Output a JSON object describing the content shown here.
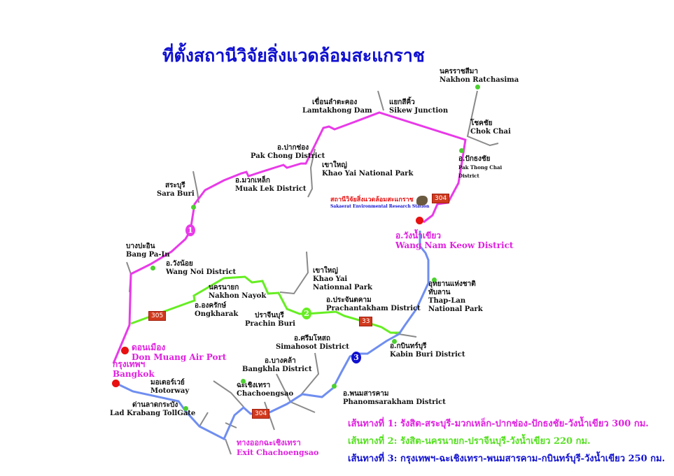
{
  "title": "ที่ตั้งสถานีวิจัยสิ่งแวดล้อมสะแกราช",
  "colors": {
    "route1": "#e83ae8",
    "route2": "#66ee22",
    "route3": "#6f8ef0",
    "road": "#8a8a8a",
    "title": "#1010d0"
  },
  "station": {
    "thai": "สถานีวิจัยสิ่งแวดล้อมสะแกราช",
    "en": "Sakaerat  Environmental Research Station"
  },
  "places": {
    "nakhon_ratchasima": {
      "th": "นครราชสีมา",
      "en": "Nakhon Ratchasima"
    },
    "lamtakhong": {
      "th": "เขื่อนลำตะคอง",
      "en": "Lamtakhong Dam"
    },
    "sikew": {
      "th": "แยกสีคิ้ว",
      "en": "Sikew Junction"
    },
    "chok_chai": {
      "th": "โชคชัย",
      "en": "Chok Chai"
    },
    "pak_chong": {
      "th": "อ.ปากช่อง",
      "en": "Pak Chong District"
    },
    "khao_yai_np": {
      "th": "เขาใหญ่",
      "en": "Khao Yai National Park"
    },
    "pak_thong_chai": {
      "th": "อ.ปักธงชัย",
      "en1": "Pak Thong Chai",
      "en2": "District"
    },
    "sara_buri": {
      "th": "สระบุรี",
      "en": "Sara Buri"
    },
    "muak_lek": {
      "th": "อ.มวกเหล็ก",
      "en": "Muak Lek District"
    },
    "wang_nam_keow": {
      "th": "อ.วังน้ำเขียว",
      "en": "Wang Nam Keow District"
    },
    "bang_pa_in": {
      "th": "บางปะอิน",
      "en": "Bang Pa-In"
    },
    "wang_noi": {
      "th": "อ.วังน้อย",
      "en": "Wang Noi District"
    },
    "khao_yai_2": {
      "th": "เขาใหญ่",
      "en1": "Khao Yai",
      "en2": "Nationnal Park"
    },
    "thap_lan": {
      "th1": "อุทยานแห่งชาติ",
      "th2": "ทับลาน",
      "en1": "Thap-Lan",
      "en2": "National Park"
    },
    "nakhon_nayok": {
      "th": "นครนายก",
      "en": "Nakhon Nayok"
    },
    "ongkharak": {
      "th": "อ.องครักษ์",
      "en": "Ongkharak"
    },
    "prachin_buri": {
      "th": "ปราจีนบุรี",
      "en": "Prachin Buri"
    },
    "prachantakham": {
      "th": "อ.ประจันตคาม",
      "en": "Prachantakham District"
    },
    "don_muang": {
      "th": "ดอนเมือง",
      "en": "Don Muang Air Port"
    },
    "bangkok": {
      "th": "กรุงเทพฯ",
      "en": "Bangkok"
    },
    "simahosot": {
      "th": "อ.ศรีมโหสถ",
      "en": "Simahosot District"
    },
    "kabin_buri": {
      "th": "อ.กบินทร์บุรี",
      "en": "Kabin Buri District"
    },
    "bangkhla": {
      "th": "อ.บางคล้า",
      "en": "Bangkhla District"
    },
    "motorway": {
      "th": "มอเตอร์เวย์",
      "en": "Motorway"
    },
    "chachoengsao": {
      "th": "ฉะเชิงเทรา",
      "en": "Chachoengsao"
    },
    "phanomsarakham": {
      "th": "อ.พนมสารคาม",
      "en": "Phanomsarakham District"
    },
    "lad_krabang": {
      "th": "ด่านลาดกระบัง",
      "en": "Lad Krabang TollGate"
    },
    "exit_chachoengsao": {
      "th": "ทางออกฉะเชิงเทรา",
      "en": "Exit Chachoengsao"
    }
  },
  "highways": {
    "h304a": "304",
    "h305": "305",
    "h33": "33",
    "h304b": "304"
  },
  "route_markers": {
    "r1": "1",
    "r2": "2",
    "r3": "3"
  },
  "legend": [
    "เส้นทางที่ 1:  รังสิต-สระบุรี-มวกเหล็ก-ปากช่อง-ปักธงชัย-วังน้ำเขียว 300 กม.",
    "เส้นทางที่ 2:  รังสิต-นครนายก-ปราจีนบุรี-วังน้ำเขียว 220 กม.",
    "เส้นทางที่ 3:  กรุงเทพฯ-ฉะเชิงเทรา-พนมสารคาม-กบินทร์บุรี-วังน้ำเขียว 250 กม."
  ]
}
